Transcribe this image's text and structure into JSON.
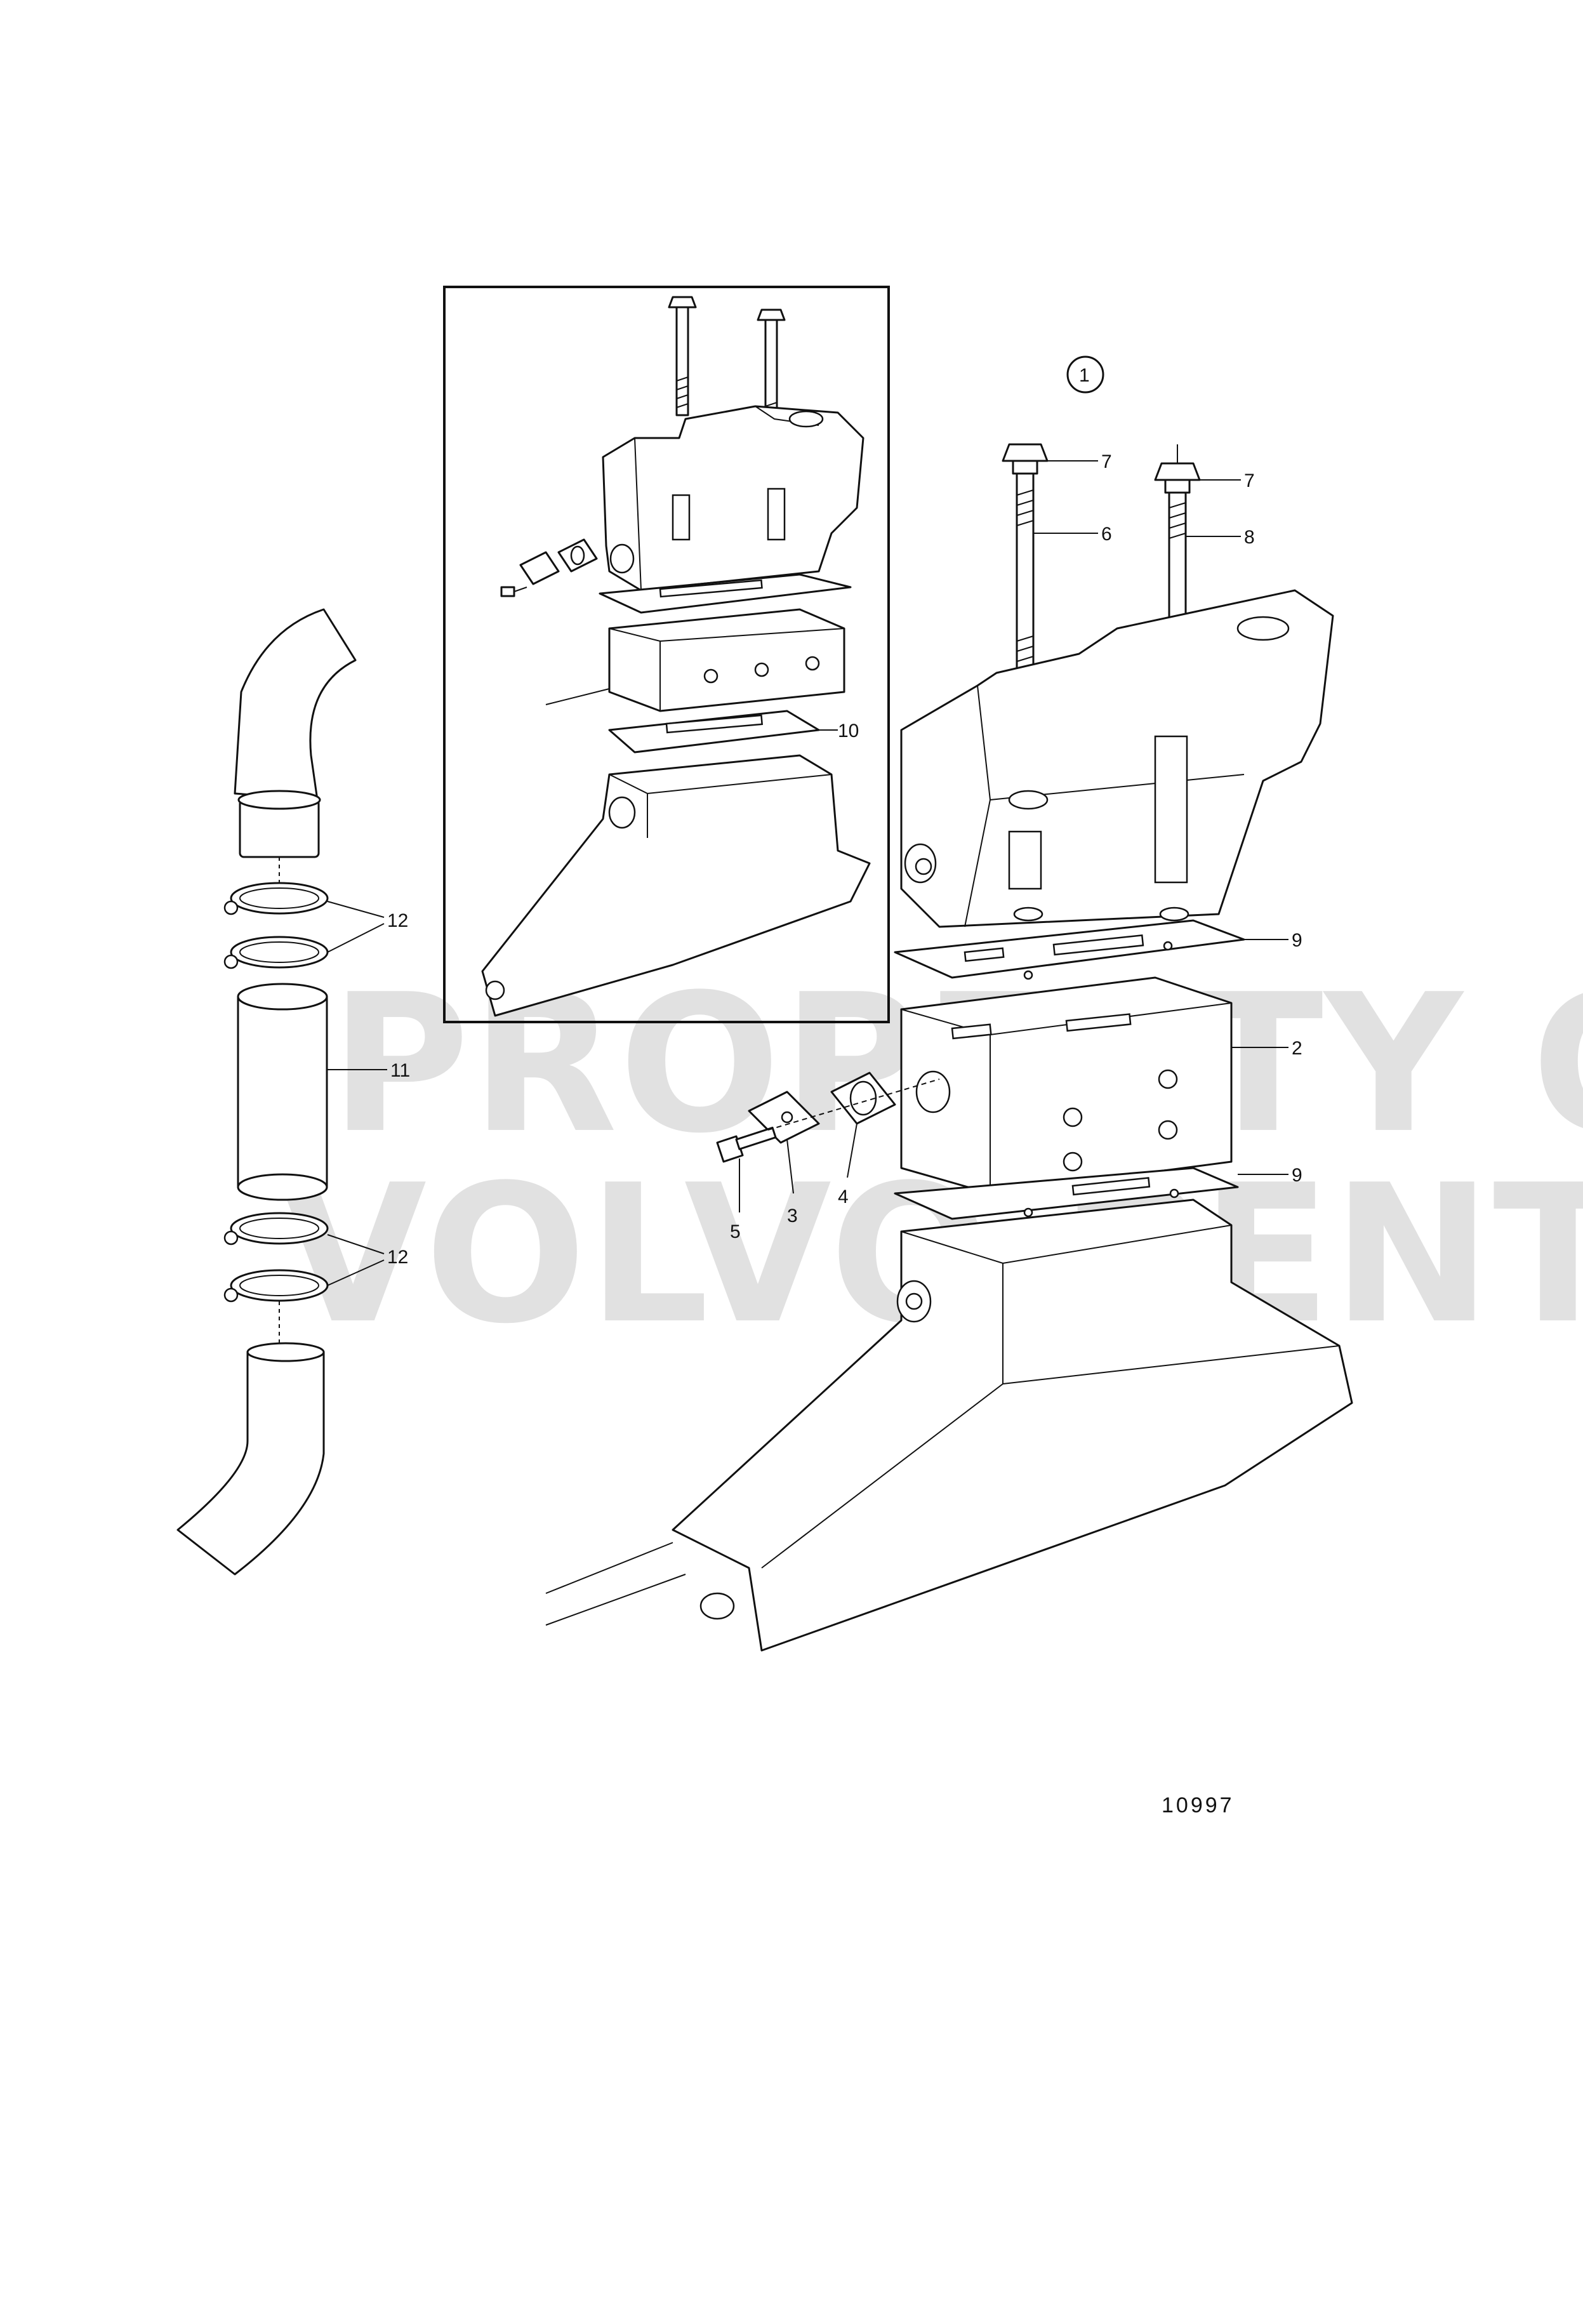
{
  "diagram": {
    "figure_number": "10997",
    "watermark": [
      "PROPERTY OF",
      "VOLVO PENTA"
    ],
    "callouts": {
      "c1": "1",
      "c2": "2",
      "c3": "3",
      "c4": "4",
      "c5": "5",
      "c6": "6",
      "c7a": "7",
      "c7b": "7",
      "c8": "8",
      "c9a": "9",
      "c9b": "9",
      "c10": "10",
      "c11": "11",
      "c12a": "12",
      "c12b": "12"
    },
    "line_color": "#111111",
    "background_color": "#ffffff"
  }
}
